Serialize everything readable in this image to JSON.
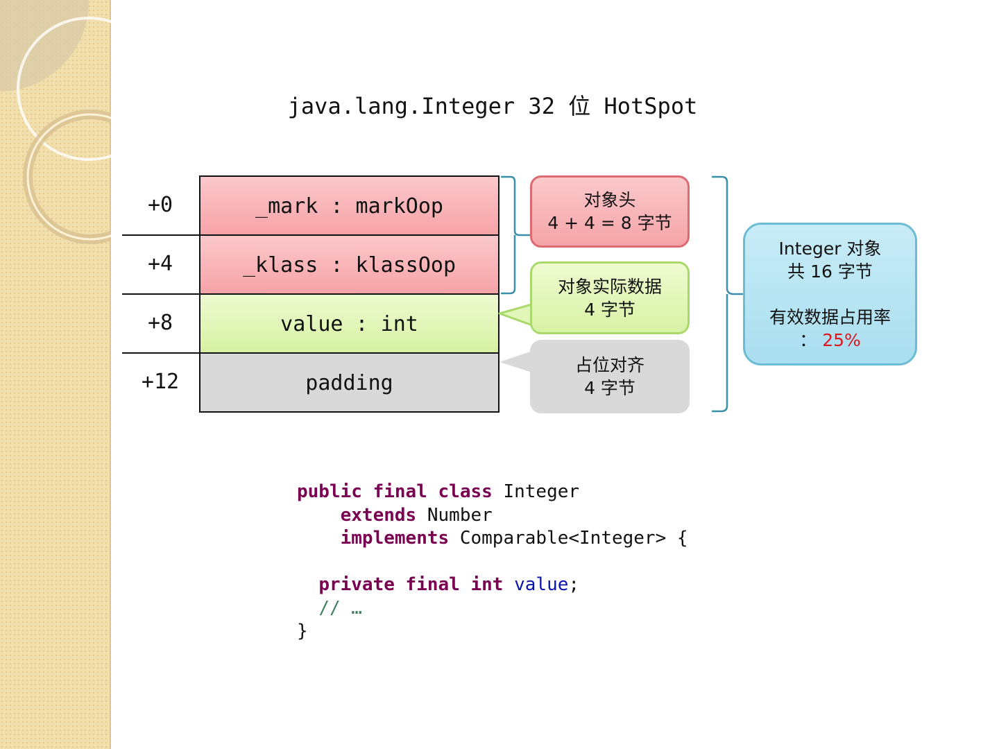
{
  "title": "java.lang.Integer 32 位 HotSpot",
  "rows": [
    {
      "offset": "+0",
      "field": "_mark : markOop"
    },
    {
      "offset": "+4",
      "field": "_klass : klassOop"
    },
    {
      "offset": "+8",
      "field": "value : int"
    },
    {
      "offset": "+12",
      "field": "padding"
    }
  ],
  "callouts": {
    "header": {
      "line1": "对象头",
      "line2": "4 + 4 = 8 字节"
    },
    "data": {
      "line1": "对象实际数据",
      "line2": "4 字节"
    },
    "padding": {
      "line1": "占位对齐",
      "line2": "4 字节"
    },
    "total": {
      "line1": "Integer 对象",
      "line2": "共 16 字节",
      "line3": "有效数据占用率",
      "line4_prefix": "：",
      "percent": "25%"
    }
  },
  "code": {
    "l1_kw1": "public",
    "l1_kw2": "final",
    "l1_kw3": "class",
    "l1_name": "Integer",
    "l2_kw": "extends",
    "l2_name": "Number",
    "l3_kw": "implements",
    "l3_rest": "Comparable<Integer> {",
    "l5_kw1": "private",
    "l5_kw2": "final",
    "l5_kw3": "int",
    "l5_field": "value",
    "l5_end": ";",
    "l6_comment": "// …",
    "l7": "}"
  },
  "colors": {
    "header_fill": "#f7a3a7",
    "data_fill": "#d6f2a3",
    "padding_fill": "#d9d9d9",
    "total_fill": "#a9def0",
    "bracket": "#3a8fa8",
    "keyword": "#7a0052",
    "percent": "#e0141c"
  }
}
